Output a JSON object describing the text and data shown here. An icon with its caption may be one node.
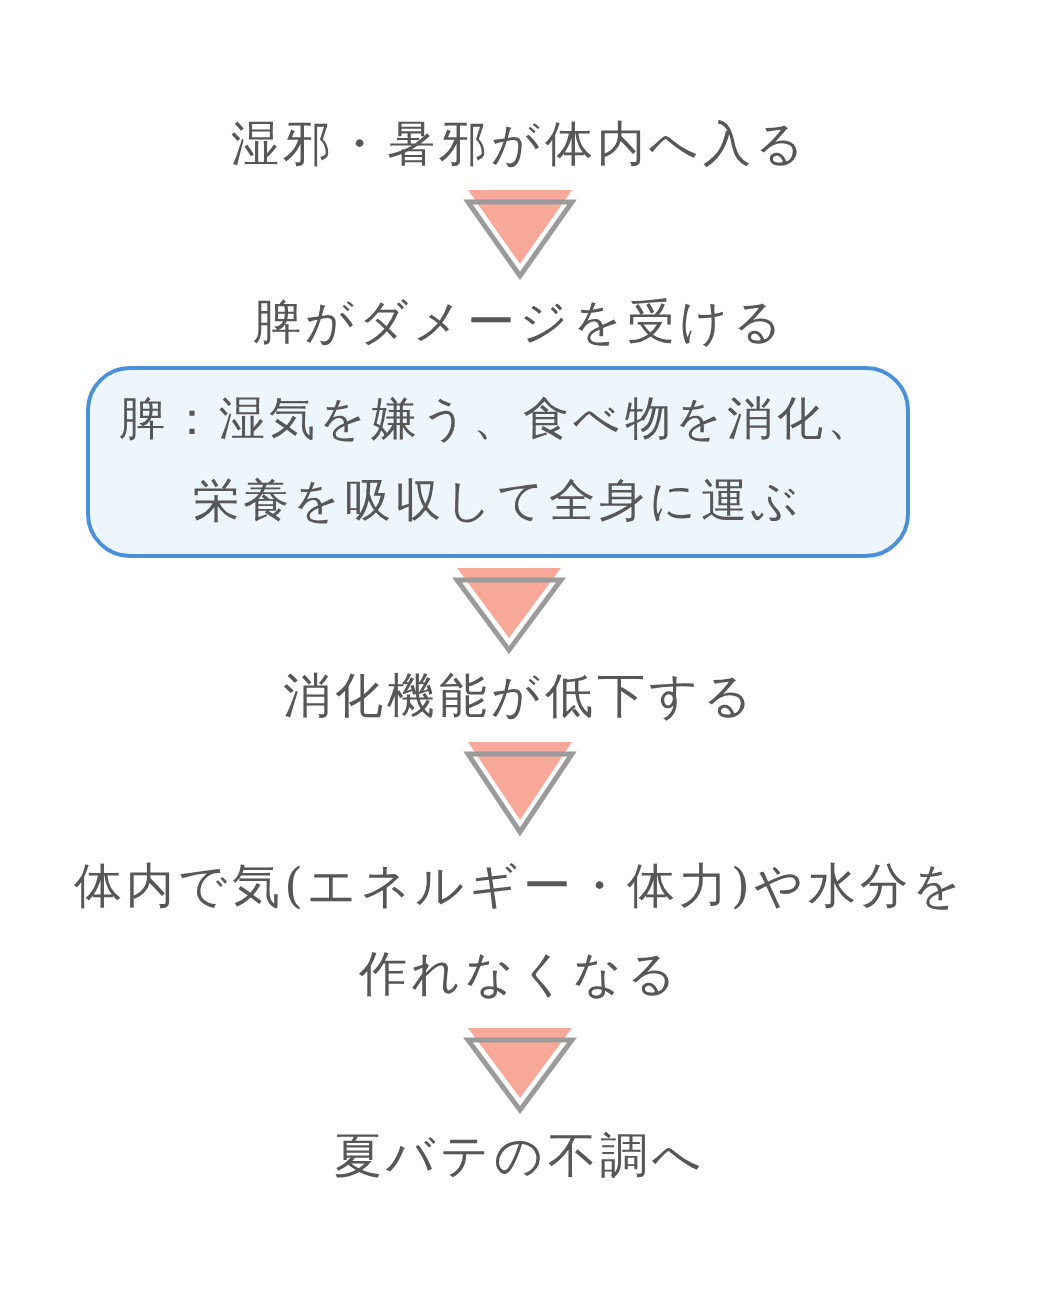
{
  "diagram": {
    "nodes": [
      {
        "text": [
          "湿邪・暑邪が体内へ入る"
        ]
      },
      {
        "text": [
          "脾がダメージを受ける"
        ]
      },
      {
        "text": [
          "脾：湿気を嫌う、食べ物を消化、栄養を吸収して全身に運ぶ"
        ]
      },
      {
        "text": [
          "消化機能が低下する"
        ]
      },
      {
        "text": [
          "体内で気(エネルギー・体力)や水分を作れなくなる"
        ]
      },
      {
        "text": [
          "夏バテの不調へ"
        ]
      }
    ],
    "edges": [
      {
        "from": 0,
        "to": 1,
        "arrow": "to"
      },
      {
        "from": 2,
        "to": 3,
        "arrow": "to"
      },
      {
        "from": 3,
        "to": 4,
        "arrow": "to"
      },
      {
        "from": 4,
        "to": 5,
        "arrow": "to"
      }
    ]
  }
}
